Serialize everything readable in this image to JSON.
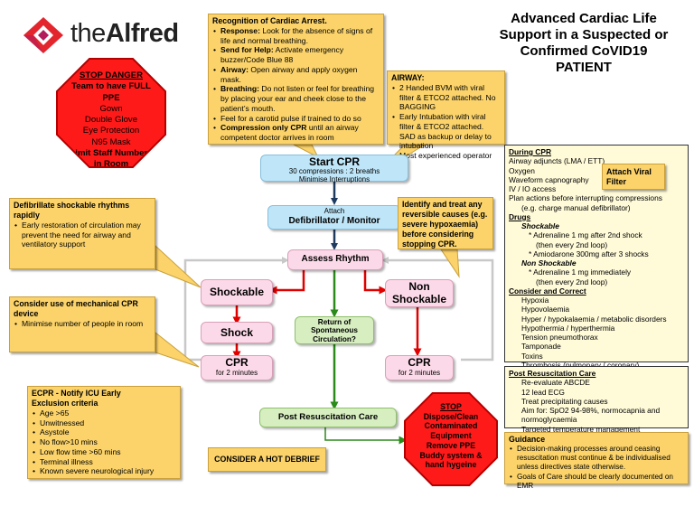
{
  "logo": {
    "text_the": "the",
    "text_alfred": "Alfred"
  },
  "title": {
    "line1": "Advanced Cardiac Life",
    "line2": "Support in a Suspected or",
    "line3": "Confirmed CoVID19",
    "line4": "PATIENT"
  },
  "stop_danger": {
    "heading": "STOP DANGER",
    "line1": "Team to have FULL",
    "line2": "PPE",
    "line3": "Gown",
    "line4": "Double Glove",
    "line5": "Eye Protection",
    "line6": "N95 Mask",
    "line7": "Limit Staff Numbers",
    "line8": "in Room"
  },
  "recognition": {
    "title": "Recognition of Cardiac Arrest.",
    "items": [
      {
        "label": "Response:",
        "text": " Look for the absence of signs of life and normal breathing."
      },
      {
        "label": "Send for Help:",
        "text": " Activate emergency buzzer/Code Blue 88"
      },
      {
        "label": "Airway:",
        "text": " Open  airway and apply oxygen mask."
      },
      {
        "label": "Breathing:",
        "text": " Do not listen or feel for breathing by placing your ear and cheek close to the patient’s mouth."
      },
      {
        "label": "",
        "text": "Feel for a carotid pulse if trained to do so"
      },
      {
        "label": "Compression only CPR",
        "text": "  until an airway competent doctor arrives in room"
      }
    ]
  },
  "airway": {
    "title": "AIRWAY:",
    "items": [
      "2 Handed BVM with viral filter & ETCO2 attached. No BAGGING",
      "Early Intubation with viral filter & ETCO2 attached. SAD as backup or delay to intubation",
      "Most experienced operator"
    ]
  },
  "start_cpr": {
    "title": "Start CPR",
    "line1": "30 compressions : 2 breaths",
    "line2": "Minimise Interruptions"
  },
  "attach": {
    "line1": "Attach",
    "line2": "Defibrillator / Monitor"
  },
  "assess": {
    "label": "Assess Rhythm"
  },
  "shockable": {
    "label": "Shockable"
  },
  "shock": {
    "label": "Shock"
  },
  "cpr_left": {
    "title": "CPR",
    "sub": "for 2 minutes"
  },
  "nonshockable": {
    "line1": "Non",
    "line2": "Shockable"
  },
  "cpr_right": {
    "title": "CPR",
    "sub": "for 2 minutes"
  },
  "rosc": {
    "line1": "Return of",
    "line2": "Spontaneous",
    "line3": "Circulation?"
  },
  "post_care_box": {
    "label": "Post Resuscitation Care"
  },
  "defib_callout": {
    "title": "Defibrillate shockable rhythms rapidly",
    "item": "Early restoration of circulation may prevent the need for airway and ventilatory support"
  },
  "mech_callout": {
    "title": "Consider use of mechanical CPR device",
    "item": "Minimise number of people in room"
  },
  "reversible_callout": {
    "text": "Identify and treat any reversible causes (e.g. severe hypoxaemia) before considering stopping CPR."
  },
  "ecpr": {
    "title": "ECPR - Notify ICU Early",
    "subtitle": "Exclusion criteria",
    "items": [
      "Age >65",
      "Unwitnessed",
      "Asystole",
      "No flow>10 mins",
      "Low flow time >60 mins",
      "Terminal illness",
      "Known severe neurological injury"
    ]
  },
  "debrief": {
    "text": "CONSIDER A HOT DEBRIEF"
  },
  "stop_dispose": {
    "heading": "STOP",
    "line1": "Dispose/Clean",
    "line2": "Contaminated",
    "line3": "Equipment",
    "line4": "Remove PPE",
    "line5": "Buddy system &",
    "line6": "hand hygeine"
  },
  "during_cpr": {
    "heading": "During CPR",
    "lines": [
      "Airway adjuncts (LMA / ETT)",
      "Oxygen",
      "Waveform capnography",
      "IV / IO access",
      "Plan actions before interrupting compressions"
    ],
    "indent_line": "(e.g. charge manual defibrillator)",
    "drugs_heading": "Drugs",
    "shockable_heading": "Shockable",
    "shockable_1a": "* Adrenaline 1 mg after 2nd shock",
    "shockable_1b": "(then every 2nd loop)",
    "shockable_2": "* Amiodarone 300mg after 3 shocks",
    "nonshockable_heading": "Non Shockable",
    "nonshockable_1a": "* Adrenaline 1 mg immediately",
    "nonshockable_1b": "(then every 2nd loop)",
    "consider_heading": "Consider and Correct",
    "causes": [
      "Hypoxia",
      "Hypovolaemia",
      "Hyper / hypokalaemia / metabolic disorders",
      "Hypothermia / hyperthermia",
      "Tension pneumothorax",
      "Tamponade",
      "Toxins",
      "Thrombosis (pulmonary / coronary)"
    ]
  },
  "viral_filter": {
    "line1": "Attach Viral",
    "line2": "Filter"
  },
  "post_resus": {
    "heading": "Post Resuscitation Care",
    "lines": [
      "Re-evaluate ABCDE",
      "12 lead ECG",
      "Treat precipitating causes",
      "Aim for: SpO2 94-98%, normocapnia and normoglycaemia",
      "Targeted temperature management"
    ]
  },
  "guidance": {
    "title": "Guidance",
    "items": [
      "Decision-making processes around ceasing resuscitation must continue & be  individualised unless directives state otherwise.",
      "Goals of Care should be clearly documented on EMR"
    ]
  },
  "colors": {
    "callout": "#fbd36a",
    "stop_red": "#ff1a1a",
    "arrow_red": "#e00000",
    "arrow_green": "#2a8a1a",
    "arrow_navy": "#1f3a5f",
    "logo_red": "#e3262e"
  }
}
